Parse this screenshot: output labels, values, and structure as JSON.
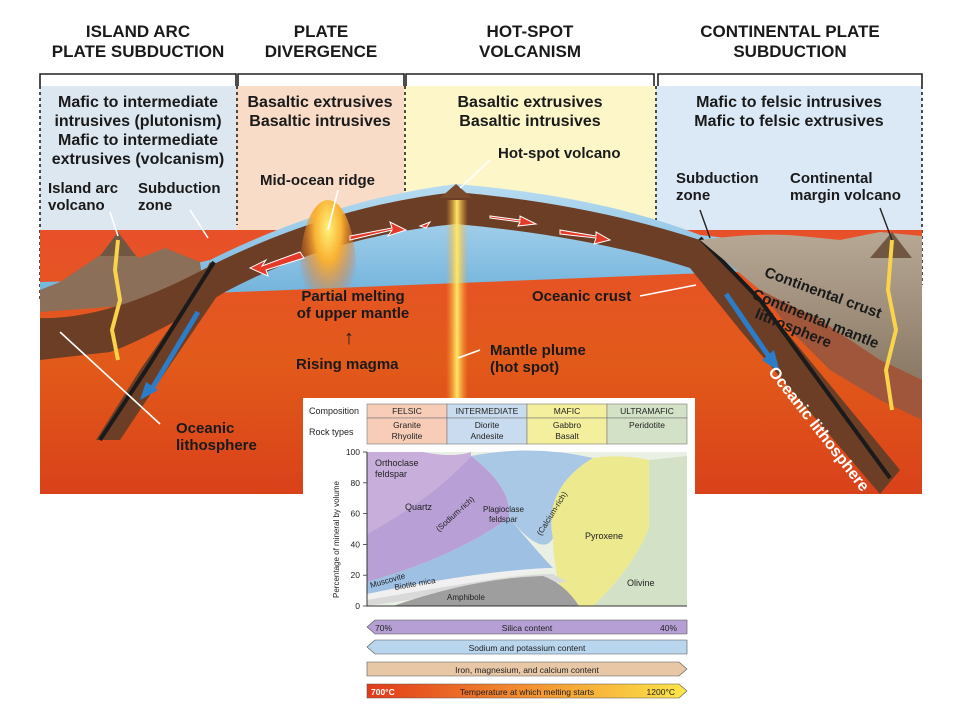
{
  "headers": {
    "island_arc": [
      "ISLAND ARC",
      "PLATE SUBDUCTION"
    ],
    "divergence": [
      "PLATE",
      "DIVERGENCE"
    ],
    "hotspot": [
      "HOT-SPOT",
      "VOLCANISM"
    ],
    "continental": [
      "CONTINENTAL PLATE",
      "SUBDUCTION"
    ]
  },
  "zone_text": {
    "island_arc": [
      "Mafic to intermediate",
      "intrusives (plutonism)",
      "Mafic to intermediate",
      "extrusives (volcanism)"
    ],
    "divergence": [
      "Basaltic extrusives",
      "Basaltic intrusives"
    ],
    "hotspot": [
      "Basaltic extrusives",
      "Basaltic intrusives"
    ],
    "continental": [
      "Mafic to felsic intrusives",
      "Mafic to felsic extrusives"
    ]
  },
  "labels": {
    "island_arc_volcano": [
      "Island arc",
      "volcano"
    ],
    "subduction_zone_left": [
      "Subduction",
      "zone"
    ],
    "mid_ocean_ridge": "Mid-ocean ridge",
    "hotspot_volcano": "Hot-spot volcano",
    "subduction_zone_right": [
      "Subduction",
      "zone"
    ],
    "continental_margin_volcano": [
      "Continental",
      "margin volcano"
    ],
    "partial_melting": [
      "Partial melting",
      "of upper mantle"
    ],
    "rising_magma": "Rising magma",
    "mantle_plume": [
      "Mantle plume",
      "(hot spot)"
    ],
    "oceanic_crust": "Oceanic crust",
    "continental_crust": "Continental crust",
    "continental_mantle_lithosphere": [
      "Continental mantle",
      "lithosphere"
    ],
    "oceanic_lithosphere_right": "Oceanic lithosphere",
    "oceanic_lithosphere_left": [
      "Oceanic",
      "lithosphere"
    ]
  },
  "colors": {
    "mantle": "#e2541c",
    "lithosphere": "#7a4a2e",
    "ocean": "#8ec6e6",
    "zone_island": "#dde7f0",
    "zone_divergence": "#f8dcc8",
    "zone_hotspot": "#fdf6c9",
    "zone_continental": "#dbe9f6",
    "arrow_red": "#e53a2a",
    "arrow_blue": "#2c7cc8"
  },
  "inset": {
    "table": {
      "row_labels": [
        "Composition",
        "Rock types"
      ],
      "columns": [
        {
          "name": "FELSIC",
          "rocks": [
            "Granite",
            "Rhyolite"
          ],
          "color": "#f7cdb8"
        },
        {
          "name": "INTERMEDIATE",
          "rocks": [
            "Diorite",
            "Andesite"
          ],
          "color": "#c9dcef"
        },
        {
          "name": "MAFIC",
          "rocks": [
            "Gabbro",
            "Basalt"
          ],
          "color": "#f4ef9c"
        },
        {
          "name": "ULTRAMAFIC",
          "rocks": [
            "Peridotite"
          ],
          "color": "#d3e2c6"
        }
      ]
    },
    "chart": {
      "ylabel": "Percentage of mineral by volume",
      "yticks": [
        0,
        20,
        40,
        60,
        80,
        100
      ],
      "minerals": {
        "orthoclase": [
          "Orthoclase",
          "feldspar"
        ],
        "quartz": "Quartz",
        "sodium_rich": "(Sodium-rich)",
        "plagioclase": [
          "Plagioclase",
          "feldspar"
        ],
        "calcium_rich": "(Calcium-rich)",
        "pyroxene": "Pyroxene",
        "muscovite": "Muscovite",
        "biotite": "Biotite mica",
        "amphibole": "Amphibole",
        "olivine": "Olivine"
      }
    },
    "bars": {
      "silica": {
        "label": "Silica content",
        "left": "70%",
        "right": "40%"
      },
      "sodium": {
        "label": "Sodium and potassium content"
      },
      "iron": {
        "label": "Iron, magnesium, and calcium content"
      },
      "temperature": {
        "label": "Temperature at which melting starts",
        "left": "700°C",
        "right": "1200°C"
      }
    }
  }
}
